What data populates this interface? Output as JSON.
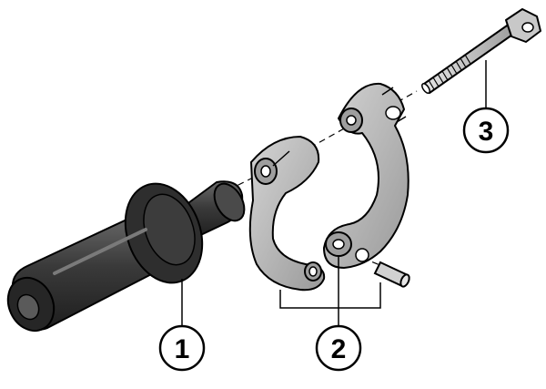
{
  "diagram": {
    "type": "exploded-assembly-illustration",
    "parts": [
      {
        "id": "handle",
        "icon": "handle-grip-icon",
        "label": "1"
      },
      {
        "id": "clamp",
        "icon": "clamp-ring-icon",
        "label": "2"
      },
      {
        "id": "bolt",
        "icon": "threaded-bolt-icon",
        "label": "3"
      }
    ],
    "pin_icon": "dowel-pin-icon",
    "colors": {
      "line": "#000000",
      "handle_dark": "#2b2b2b",
      "handle_mid": "#3a3a3a",
      "handle_light": "#6a6a6a",
      "clamp_fill": "#bdbdbd",
      "clamp_shadow": "#8f8f8f",
      "bolt_fill": "#cfcfcf",
      "background": "#ffffff"
    }
  }
}
